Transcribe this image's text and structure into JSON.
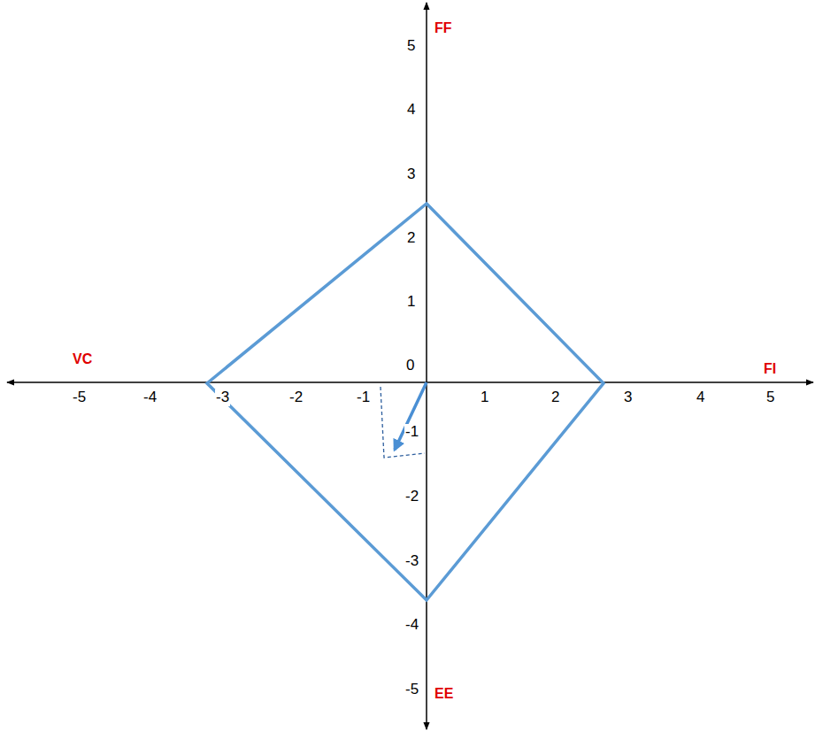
{
  "diagram": {
    "labels": [
      "5",
      "4",
      "3",
      "2",
      "1",
      "0",
      "-1",
      "-2",
      "-3",
      "-4",
      "-5",
      "-5",
      "-4",
      "-3",
      "-2",
      "-1",
      "1",
      "2",
      "3",
      "4",
      "5",
      "FF",
      "VC",
      "FI",
      "EE"
    ]
  }
}
